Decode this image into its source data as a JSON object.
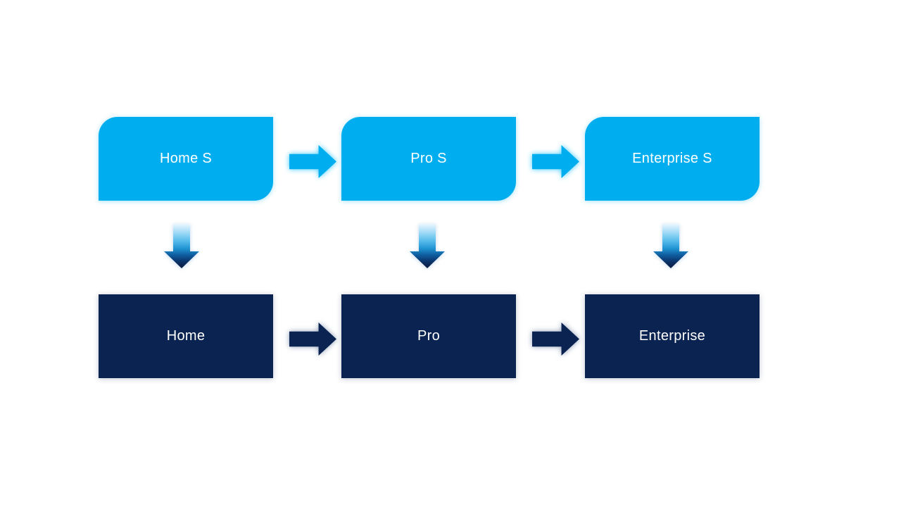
{
  "page": {
    "background_color": "#FFFFFF"
  },
  "diagram": {
    "type": "process-flow",
    "colors": {
      "primary_cyan": "#00AEEF",
      "primary_navy": "#0A2350",
      "label_text": "#FFFFFF",
      "down_arrow_gradient_top": "#EAF7FE",
      "down_arrow_gradient_bottom": "#091F42"
    },
    "top_row": {
      "style": "cyan rounded diagonal-corner boxes",
      "nodes": [
        {
          "label": "Home S"
        },
        {
          "label": "Pro S"
        },
        {
          "label": "Enterprise S"
        }
      ]
    },
    "bottom_row": {
      "style": "navy rectangles",
      "nodes": [
        {
          "label": "Home"
        },
        {
          "label": "Pro"
        },
        {
          "label": "Enterprise"
        }
      ]
    },
    "connectors": {
      "top_right_arrow_color": "#00AEEF",
      "bottom_right_arrow_color": "#0A2350",
      "down_arrow_count": 3,
      "top_right_arrow_count": 2,
      "bottom_right_arrow_count": 2
    }
  }
}
